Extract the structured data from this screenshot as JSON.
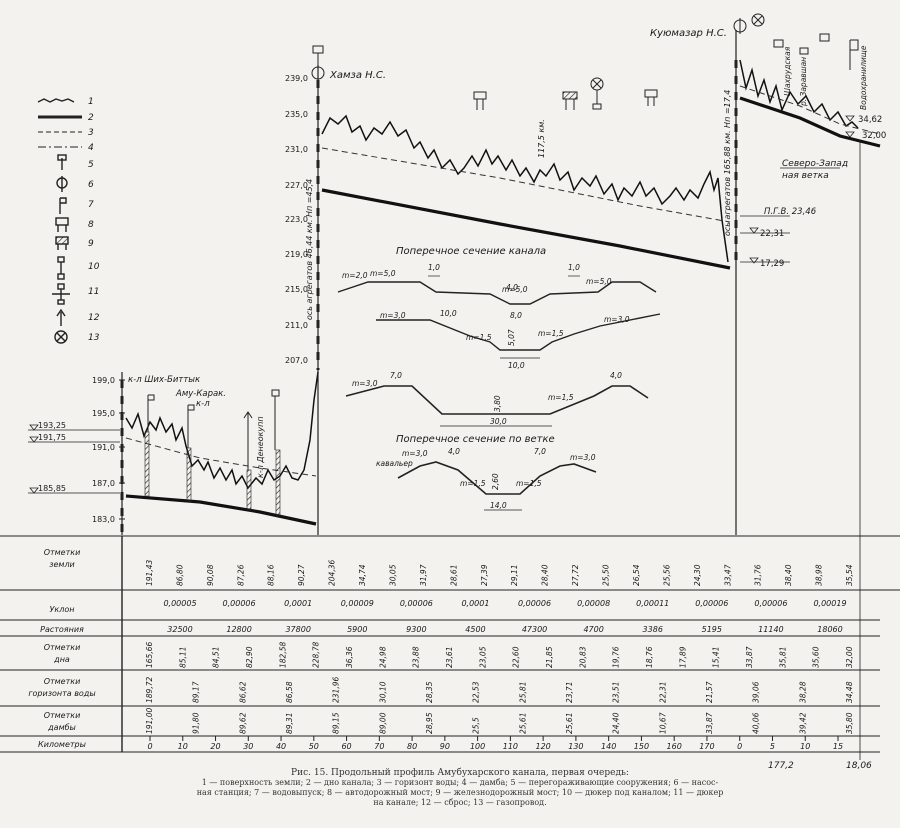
{
  "stations": {
    "kuyumazar": "Куюмазар Н.С.",
    "hamza": "Хамза Н.С."
  },
  "canal_labels": {
    "shikh_bittyk": "к-л Ших-Биттык",
    "amu_karak": "Аму-Карак.",
    "amu_karak_2": "к-л",
    "deneokupi": "к-л Денеокупп",
    "pk_left": "ось агрегатов 46,44 км. Нп =45,4",
    "pk_right": "ось агрегатов 165,88 км. Нп =17,4",
    "km_117": "117,5 км.",
    "shakhrud": "Шахрудская",
    "zaravshan": "р. Заравшан",
    "vodohran": "Водохранилище",
    "pgv": "П.Г.В. 23,46",
    "severo_zapad": "Северо-Запад",
    "severo_zapad_2": "ная ветка",
    "kavalier": "кавальер"
  },
  "water_levels_left": [
    "193,25",
    "191,75",
    "185,85"
  ],
  "water_levels_right": [
    "34,62",
    "32,00",
    "22,31",
    "17,29"
  ],
  "y_ticks_left": [
    "199,0",
    "195,0",
    "191,0",
    "187,0",
    "183,0"
  ],
  "y_ticks_mid": [
    "239,0",
    "235,0",
    "231,0",
    "227,0",
    "223,0",
    "219,0",
    "215,0",
    "211,0",
    "207,0"
  ],
  "sections": {
    "canal_title": "Поперечное сечение канала",
    "branch_title": "Поперечное сечение по ветке",
    "s1": [
      "m=2,0",
      "m=5,0",
      "1,0",
      "m=5,0",
      "1,0",
      "m=5,0",
      "4,0",
      "8,0"
    ],
    "s2": [
      "m=3,0",
      "10,0",
      "m=1,5",
      "5,07",
      "m=1,5",
      "m=3,0",
      "10,0"
    ],
    "s3": [
      "m=3,0",
      "7,0",
      "3,80",
      "m=1,5",
      "4,0",
      "30,0"
    ],
    "s4": [
      "m=3,0",
      "4,0",
      "7,0",
      "m=3,0",
      "m=1,5",
      "2,60",
      "m=1,5",
      "14,0"
    ]
  },
  "table": {
    "row_labels": {
      "ground": [
        "Отметки",
        "земли"
      ],
      "slope": [
        "Уклон"
      ],
      "dist": [
        "Растояния"
      ],
      "bottom": [
        "Отметки",
        "дна"
      ],
      "water": [
        "Отметки",
        "горизонта воды"
      ],
      "dam": [
        "Отметки",
        "дамбы"
      ],
      "km": [
        "Километры"
      ]
    },
    "ground": [
      "191,43",
      "86,80",
      "90,08",
      "87,26",
      "88,16",
      "90,27",
      "204,36",
      "34,74",
      "30,05",
      "31,97",
      "28,61",
      "27,39",
      "29,11",
      "28,40",
      "27,72",
      "25,50",
      "26,54",
      "25,56",
      "24,30",
      "33,47",
      "31,76",
      "38,40",
      "38,98",
      "35,54"
    ],
    "slope": [
      "0,00005",
      "0,00006",
      "0,0001",
      "0,00009",
      "0,00006",
      "0,0001",
      "0,00006",
      "0,00008",
      "0,00011",
      "0,00006",
      "0,00006",
      "0,00019"
    ],
    "dist": [
      "32500",
      "12800",
      "37800",
      "5900",
      "9300",
      "4500",
      "47300",
      "4700",
      "3386",
      "5195",
      "11140",
      "18060"
    ],
    "bottom": [
      "165,66",
      "85,11",
      "84,51",
      "82,90",
      "182,58",
      "228,78",
      "36,36",
      "24,98",
      "23,88",
      "23,61",
      "23,05",
      "22,60",
      "21,85",
      "20,83",
      "19,76",
      "18,76",
      "17,89",
      "15,41",
      "33,87",
      "35,81",
      "35,60",
      "32,00"
    ],
    "water": [
      "189,72",
      "89,17",
      "86,62",
      "86,58",
      "231,96",
      "30,10",
      "28,35",
      "22,53",
      "25,81",
      "23,71",
      "23,51",
      "22,31",
      "21,57",
      "39,06",
      "38,28",
      "34,48"
    ],
    "dam": [
      "191,00",
      "91,80",
      "89,62",
      "89,31",
      "89,15",
      "89,00",
      "28,95",
      "25,5",
      "25,61",
      "25,61",
      "24,40",
      "10,67",
      "33,87",
      "40,06",
      "39,42",
      "35,80"
    ],
    "km": [
      "0",
      "10",
      "20",
      "30",
      "40",
      "50",
      "60",
      "70",
      "80",
      "90",
      "100",
      "110",
      "120",
      "130",
      "140",
      "150",
      "160",
      "170",
      "0",
      "5",
      "10",
      "15"
    ],
    "km_total_1": "177,2",
    "km_total_2": "18,06"
  },
  "legend": {
    "items": [
      "1",
      "2",
      "3",
      "4",
      "5",
      "6",
      "7",
      "8",
      "9",
      "10",
      "11",
      "12",
      "13"
    ]
  },
  "caption": {
    "title": "Рис. 15. Продольный профиль Амубухарского канала, первая очередь:",
    "line1": "1 — поверхность земли; 2 — дно канала; 3 — горизонт воды; 4 — дамба; 5 — перегораживающие сооружения; 6 — насос-",
    "line2": "ная станция; 7 — водовыпуск; 8 — автодорожный мост; 9 — железнодорожный мост; 10 — дюкер под каналом; 11 — дюкер",
    "line3": "на канале; 12 — сброс; 13 — газопровод."
  }
}
